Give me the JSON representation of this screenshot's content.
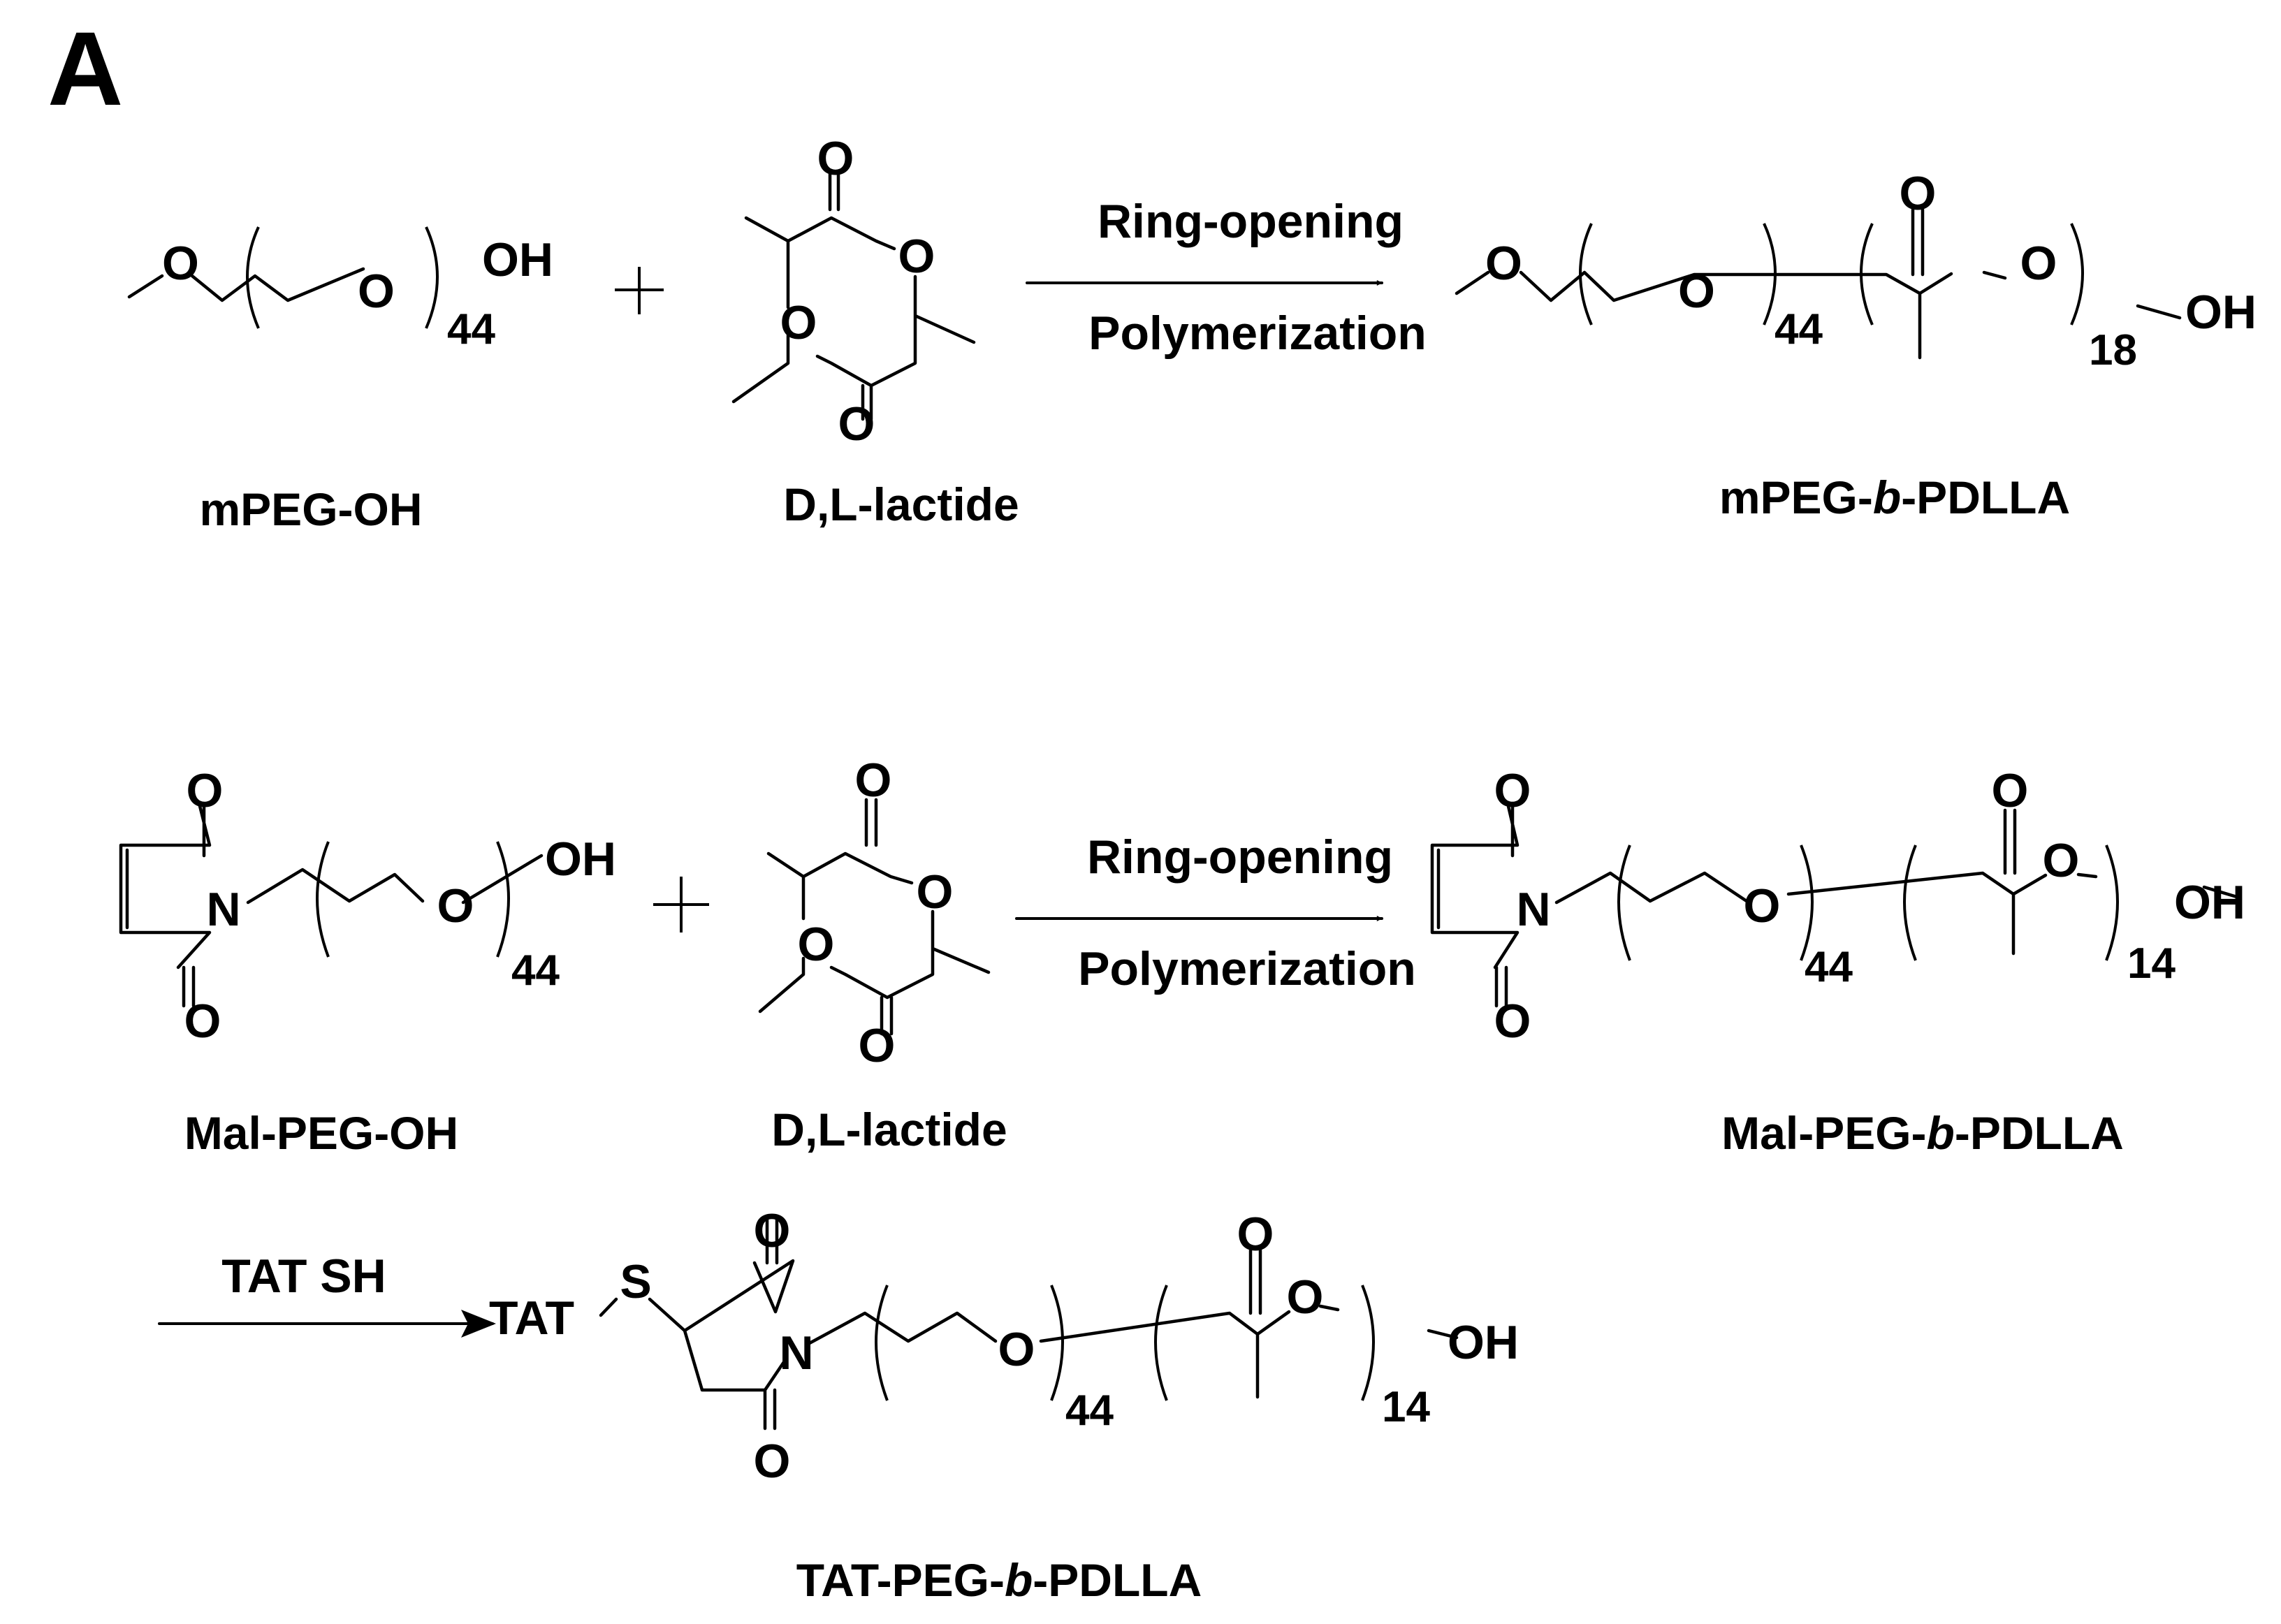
{
  "panel_label": "A",
  "row1": {
    "reactant1": {
      "name": "mPEG-OH",
      "atom_o": "O",
      "atom_oh": "OH",
      "n": "44"
    },
    "reactant2": {
      "name": "D,L-lactide",
      "atom_o": "O"
    },
    "arrow_top": "Ring-opening",
    "arrow_bottom": "Polymerization",
    "product": {
      "name_pre": "mPEG-",
      "name_italic": "b",
      "name_post": "-PDLLA",
      "atom_o": "O",
      "atom_oh": "OH",
      "n_peg": "44",
      "n_pla": "18"
    }
  },
  "row2": {
    "reactant1": {
      "name": "Mal-PEG-OH",
      "atom_o": "O",
      "atom_n": "N",
      "atom_oh": "OH",
      "n": "44"
    },
    "reactant2": {
      "name": "D,L-lactide",
      "atom_o": "O"
    },
    "arrow_top": "Ring-opening",
    "arrow_bottom": "Polymerization",
    "product": {
      "name_pre": "Mal-PEG-",
      "name_italic": "b",
      "name_post": "-PDLLA",
      "atom_o": "O",
      "atom_n": "N",
      "atom_oh": "OH",
      "n_peg": "44",
      "n_pla": "14"
    }
  },
  "row3": {
    "reagent": "TAT SH",
    "product": {
      "name_pre": "TAT-PEG-",
      "name_italic": "b",
      "name_post": "-PDLLA",
      "tat": "TAT",
      "atom_s": "S",
      "atom_o": "O",
      "atom_n": "N",
      "atom_oh": "OH",
      "n_peg": "44",
      "n_pla": "14"
    }
  }
}
